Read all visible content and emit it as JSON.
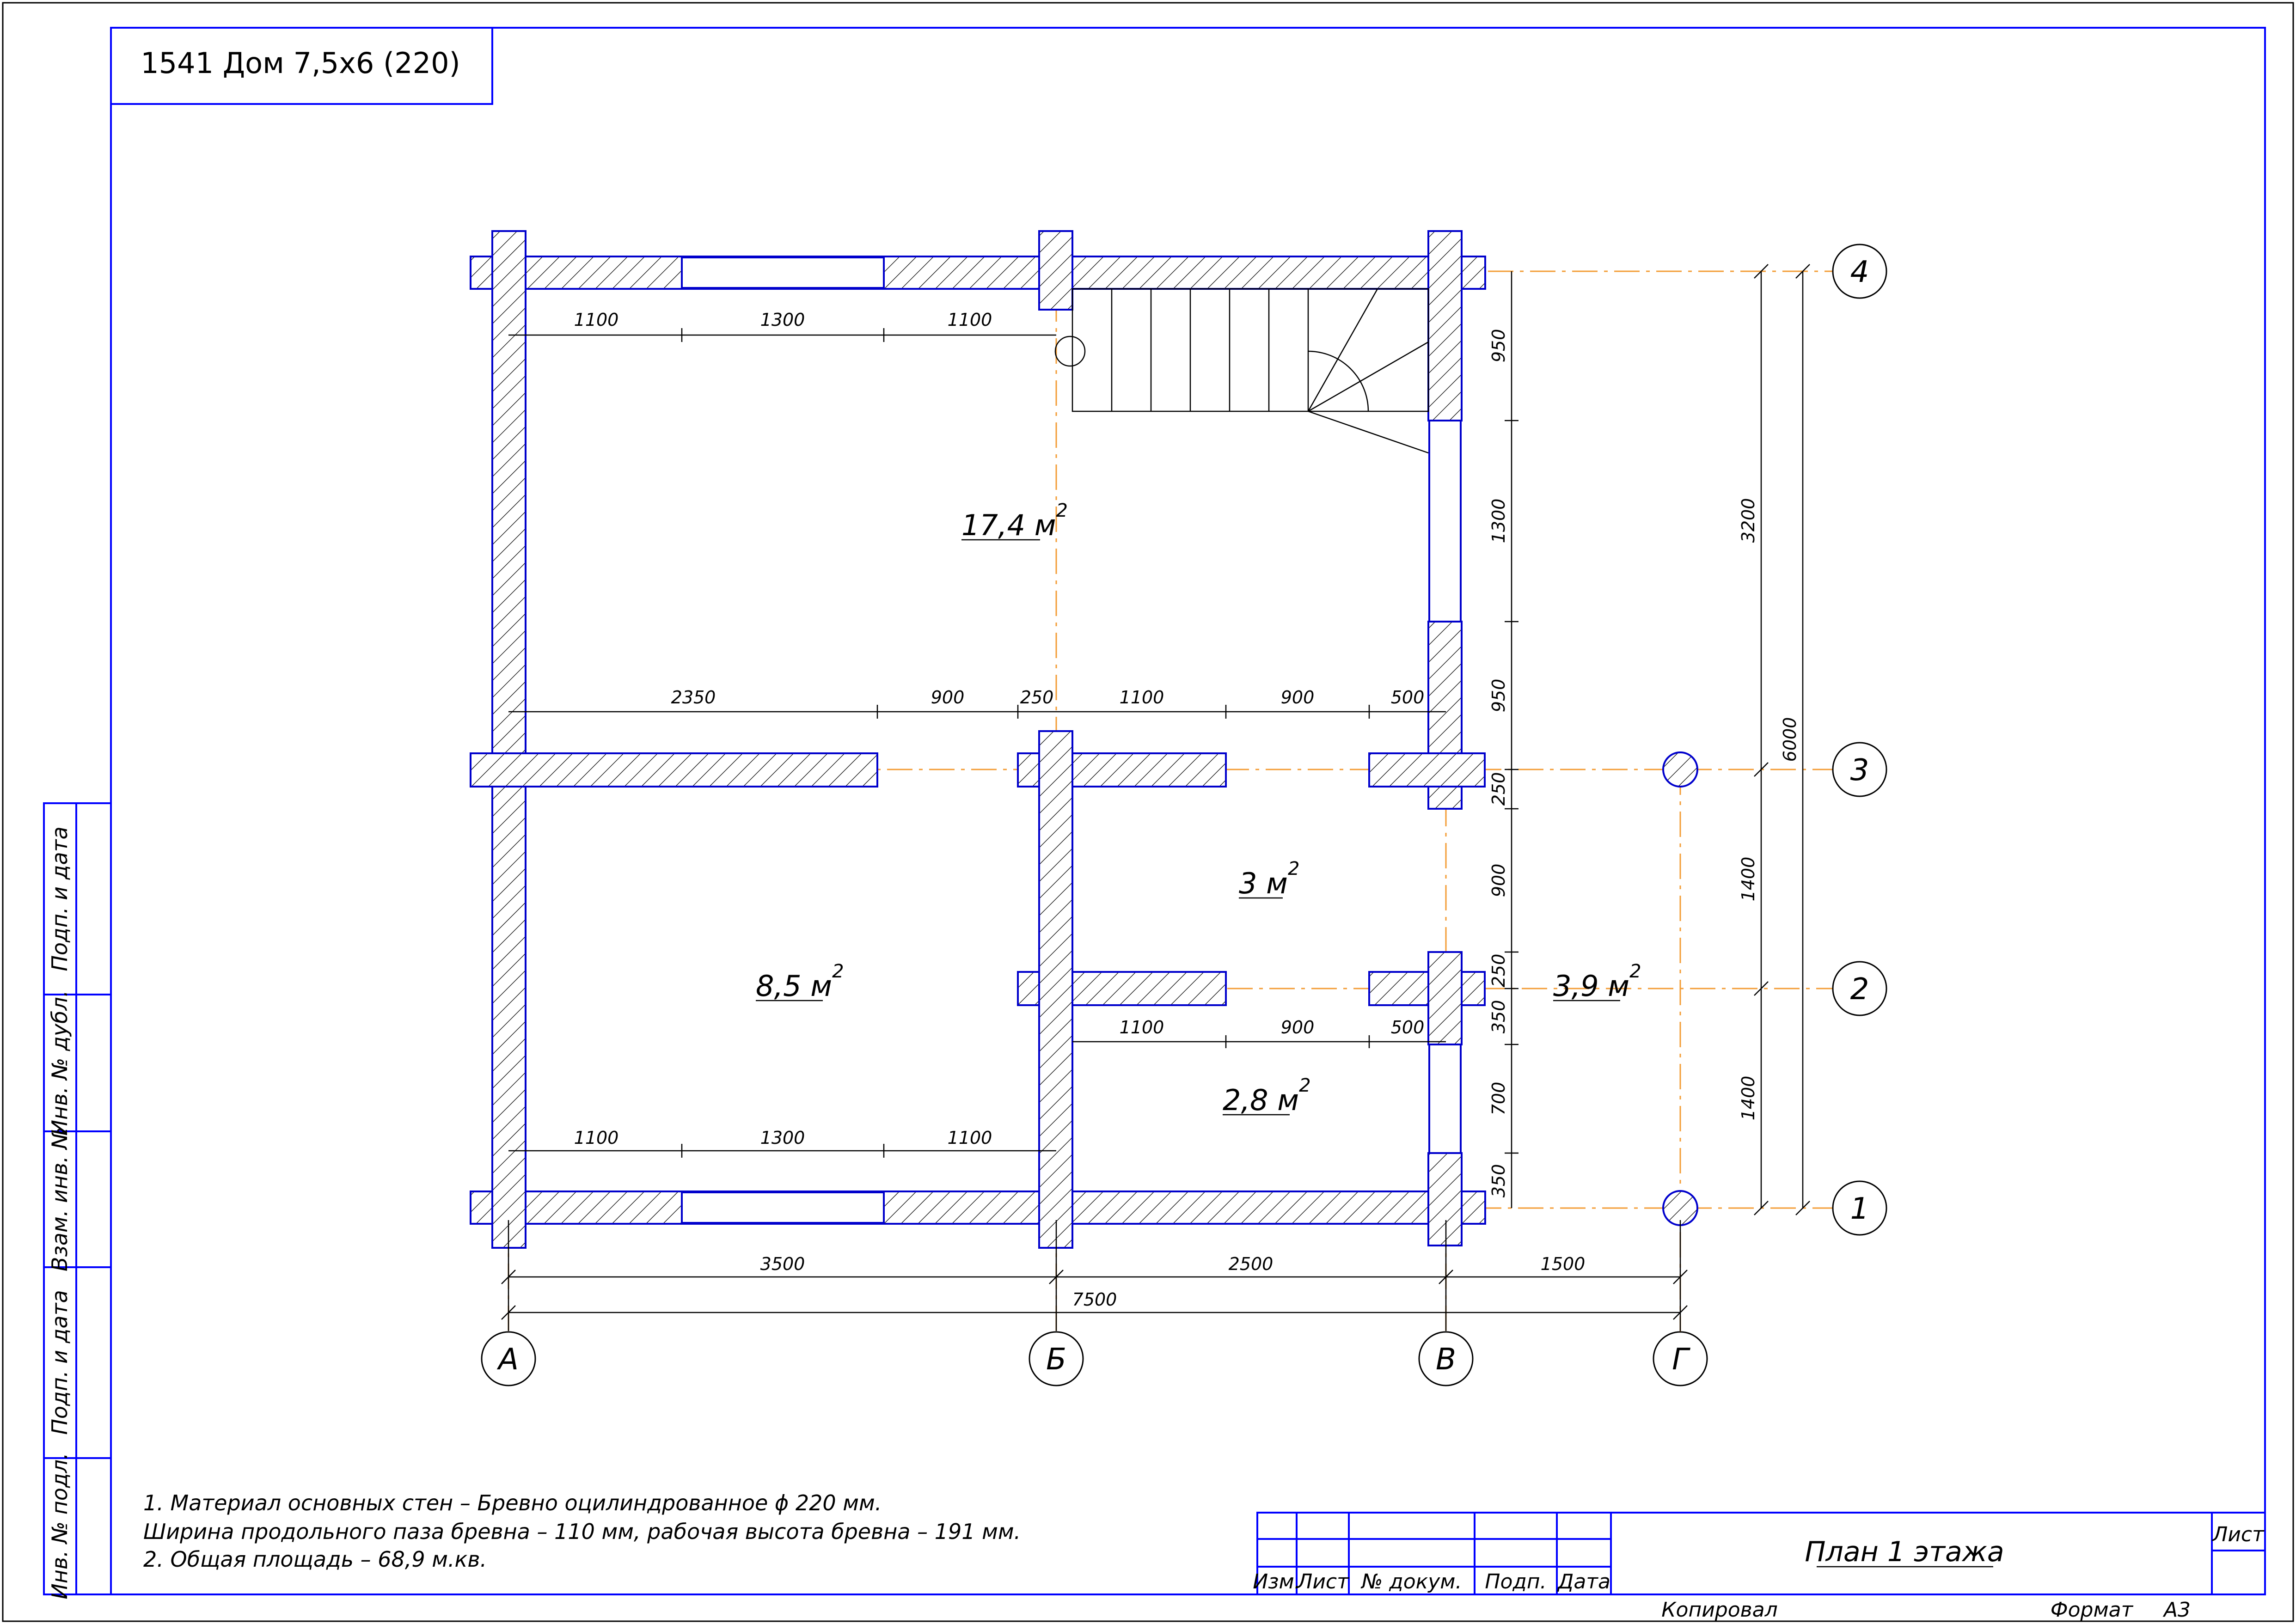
{
  "title_block_top": {
    "project": "1541 Дом 7,5х6 (220)"
  },
  "rooms": {
    "room_upper": {
      "area": "17,4 м",
      "sup": "2"
    },
    "room_lower_left": {
      "area": "8,5 м",
      "sup": "2"
    },
    "room_hall": {
      "area": "3 м",
      "sup": "2"
    },
    "room_bath": {
      "area": "2,8 м",
      "sup": "2"
    },
    "room_porch": {
      "area": "3,9 м",
      "sup": "2"
    }
  },
  "dimensions": {
    "top_window": [
      "1100",
      "1300",
      "1100"
    ],
    "mid_partition": [
      "2350",
      "900",
      "250",
      "1100",
      "900",
      "500"
    ],
    "lower_partition": [
      "1100",
      "900",
      "500"
    ],
    "bottom_window": [
      "1100",
      "1300",
      "1100"
    ],
    "bottom_chain": [
      "3500",
      "2500",
      "1500"
    ],
    "bottom_total": "7500",
    "right_inner": [
      "950",
      "1300",
      "950",
      "250",
      "900",
      "250",
      "350",
      "700",
      "350"
    ],
    "right_outer": [
      "3200",
      "1400",
      "1400"
    ],
    "right_total": "6000"
  },
  "axes": {
    "letters": [
      "А",
      "Б",
      "В",
      "Г"
    ],
    "numbers": [
      "4",
      "3",
      "2",
      "1"
    ]
  },
  "notes": [
    "1. Материал основных стен – Бревно оцилиндрованное ϕ 220 мм.",
    "Ширина продольного паза бревна – 110 мм, рабочая высота бревна – 191 мм.",
    "2. Общая площадь – 68,9 м.кв."
  ],
  "side_stamp": [
    "Подп. и дата",
    "Инв. № дубл.",
    "Взам. инв. №",
    "Подп. и дата",
    "Инв. № подл."
  ],
  "title_block": {
    "cols": [
      "Изм.",
      "Лист",
      "№ докум.",
      "Подп.",
      "Дата"
    ],
    "sheet_name": "План 1 этажа",
    "sheet_label": "Лист",
    "copied": "Копировал",
    "format_label": "Формат",
    "format_value": "А3"
  },
  "colors": {
    "walls": "#0000cc",
    "axes": "#f39c35",
    "frame": "#0000ff"
  }
}
